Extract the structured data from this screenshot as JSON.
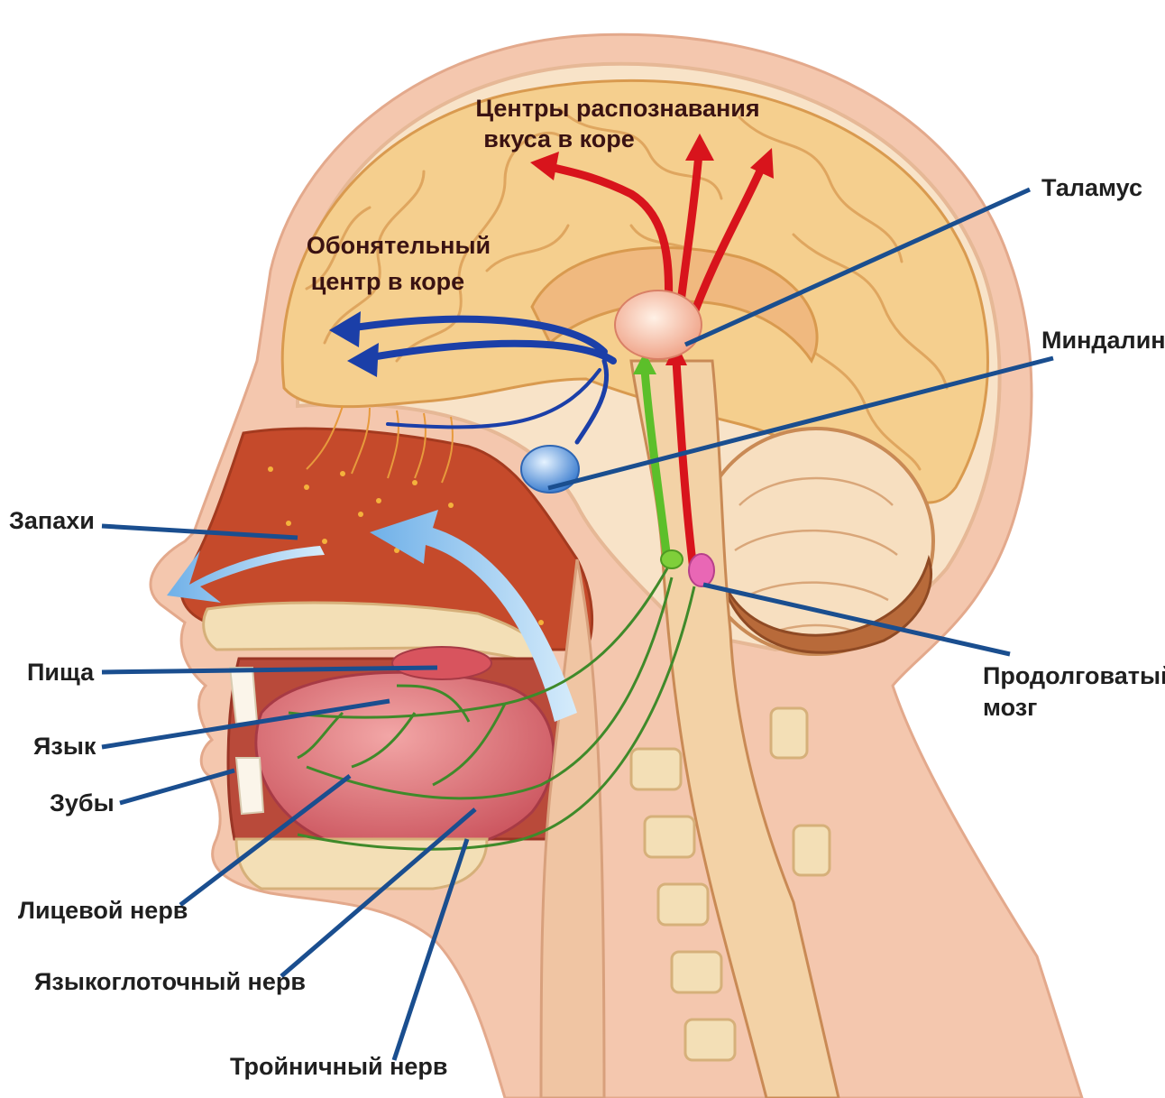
{
  "labels": {
    "taste_centers_line1": "Центры распознавания",
    "taste_centers_line2": "вкуса в коре",
    "olfactory_center_line1": "Обонятельный",
    "olfactory_center_line2": "центр в коре",
    "thalamus": "Таламус",
    "amygdala": "Миндалина",
    "odors": "Запахи",
    "food": "Пища",
    "tongue": "Язык",
    "teeth": "Зубы",
    "medulla_line1": "Продолговатый",
    "medulla_line2": "мозг",
    "facial_nerve": "Лицевой нерв",
    "glossopharyngeal_nerve": "Языкоглоточный нерв",
    "trigeminal_nerve": "Тройничный нерв"
  },
  "colors": {
    "leader_line": "#1a4e8f",
    "taste_pathway": "#d8141c",
    "olfactory_pathway": "#1b3fa8",
    "nerve": "#3f8a2a",
    "airflow": "#8cc3ee",
    "brain": "#f5cf8e",
    "skin": "#f4c7ae"
  }
}
